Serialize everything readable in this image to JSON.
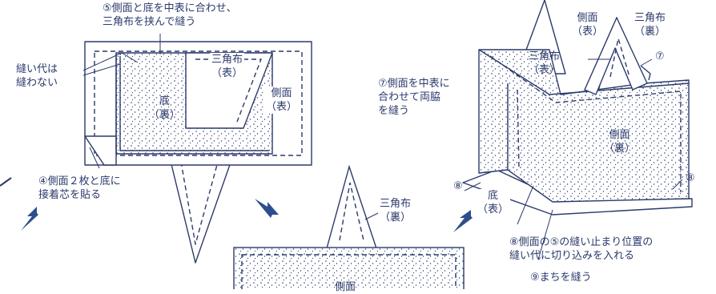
{
  "colors": {
    "line": "#2b3a6b",
    "arrow": "#2b4f8c",
    "fabric": "#ffffff"
  },
  "labels": {
    "step5": "⑤側面と底を中表に合わせ、\n三角布を挟んで縫う",
    "seam_allowance": "縫い代は\n縫わない",
    "triangle_front_1": "三角布\n（表）",
    "bottom_back": "底\n（裏）",
    "side_front_1": "側面\n（表）",
    "step4": "④側面２枚と底に\n接着芯を貼る",
    "triangle_back_mid": "三角布\n（裏）",
    "side_mid": "側面",
    "side_front_2": "側面\n（表）",
    "triangle_back_right": "三角布\n（裏）",
    "triangle_front_2": "三角布\n（表）",
    "marker7_small": "⑦",
    "step7": "⑦側面を中表に\n合わせて両脇\nを縫う",
    "side_back": "側面\n（裏）",
    "marker8_left": "⑧",
    "marker8_right": "⑧",
    "bottom_front": "底\n（表）",
    "step8": "⑧側面の⑤の縫い止まり位置の\n縫い代に切り込みを入れる",
    "step9": "⑨まちを縫う"
  },
  "icons": [
    "arrow-up-right-icon",
    "arrow-down-right-icon",
    "arrow-up-right-icon"
  ]
}
